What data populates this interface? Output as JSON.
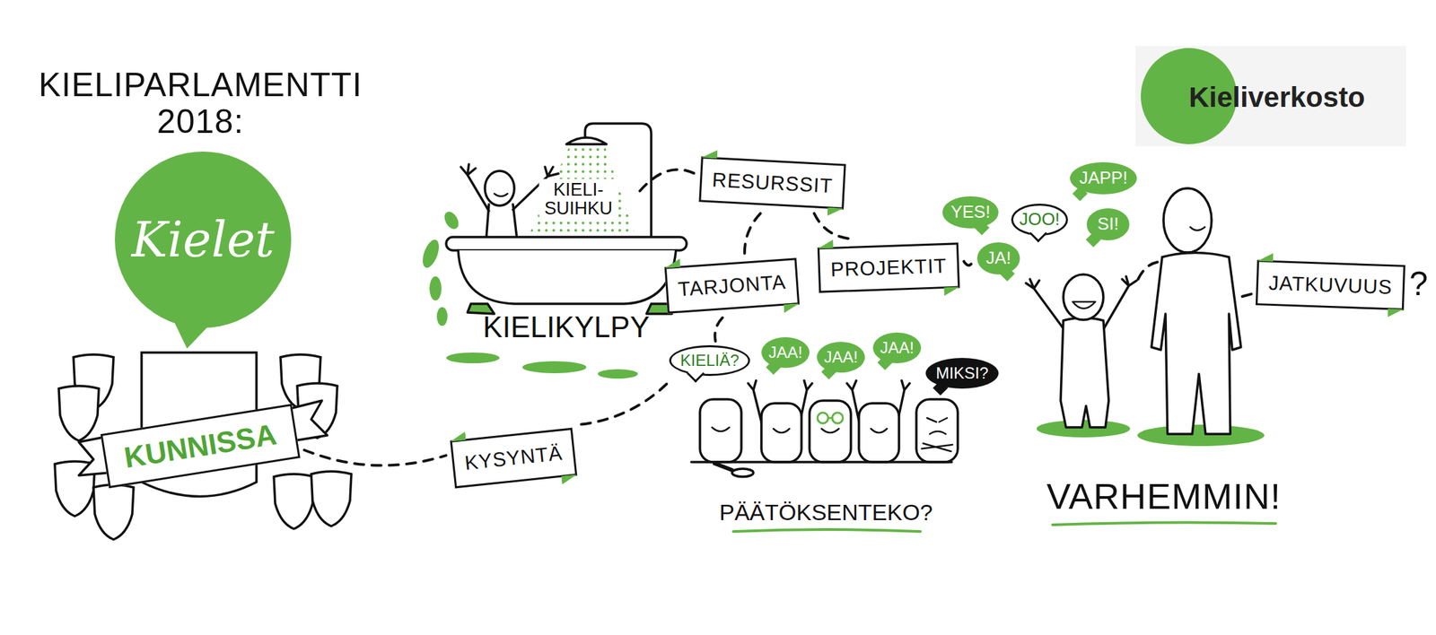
{
  "diagram": {
    "title": "KIELIPARLAMENTTI 2018:",
    "nodes": [
      {
        "text": [
          "Kielet"
        ]
      },
      {
        "text": [
          "KUNNISSA"
        ]
      },
      {
        "text": [
          "RESURSSIT"
        ]
      },
      {
        "text": [
          "TARJONTA"
        ]
      },
      {
        "text": [
          "PROJEKTIT"
        ]
      },
      {
        "text": [
          "KYSYNTÄ"
        ]
      },
      {
        "text": [
          "KIELIÄ?"
        ]
      },
      {
        "text": [
          "JAA!"
        ]
      },
      {
        "text": [
          "JAA!"
        ]
      },
      {
        "text": [
          "JAA!"
        ]
      },
      {
        "text": [
          "MIKSI?"
        ]
      },
      {
        "text": [
          "YES!"
        ]
      },
      {
        "text": [
          "JAPP!"
        ]
      },
      {
        "text": [
          "JOO!"
        ]
      },
      {
        "text": [
          "SI!"
        ]
      },
      {
        "text": [
          "JA!"
        ]
      },
      {
        "text": [
          "JATKUVUUS"
        ]
      }
    ],
    "edges": [
      {
        "from": 1,
        "to": 5,
        "arrow": "none"
      },
      {
        "from": 5,
        "to": 6,
        "arrow": "none"
      },
      {
        "from": 3,
        "to": 6,
        "arrow": "none"
      },
      {
        "from": 2,
        "to": 3,
        "arrow": "none"
      },
      {
        "from": 2,
        "to": 4,
        "arrow": "none"
      },
      {
        "from": 4,
        "to": 15,
        "arrow": "none"
      }
    ],
    "labels": [
      "KIELI- SUIHKU",
      "KIELIKYLPY",
      "PÄÄTÖKSENTEKO?",
      "VARHEMMIN!",
      "?",
      "Kieliverkosto"
    ]
  }
}
